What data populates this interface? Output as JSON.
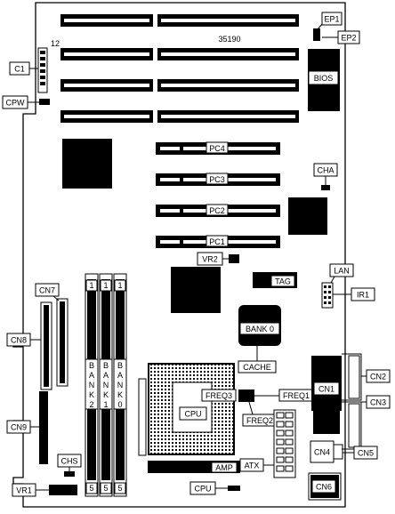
{
  "board_number": "35190",
  "header_number": "12",
  "slot_labels": {
    "pc4": "PC4",
    "pc3": "PC3",
    "pc2": "PC2",
    "pc1": "PC1"
  },
  "chip_labels": {
    "bios": "BIOS",
    "tag": "TAG",
    "bank0_cache": "BANK 0",
    "cpu_socket": "CPU",
    "amp": "AMP"
  },
  "bank_labels": {
    "bank2": [
      "B",
      "A",
      "N",
      "K",
      "2"
    ],
    "bank1": [
      "B",
      "A",
      "N",
      "K",
      "1"
    ],
    "bank0": [
      "B",
      "A",
      "N",
      "K",
      "0"
    ]
  },
  "simm_end_marks": {
    "top": "1",
    "bottom": "5"
  },
  "callouts": {
    "ep1": "EP1",
    "ep2": "EP2",
    "c1": "C1",
    "cpw": "CPW",
    "cha": "CHA",
    "vr2": "VR2",
    "lan": "LAN",
    "ir1": "IR1",
    "cn7": "CN7",
    "cn8": "CN8",
    "cn9": "CN9",
    "chs": "CHS",
    "vr1": "VR1",
    "cache": "CACHE",
    "freq3": "FREQ3",
    "freq1": "FREQ1",
    "freq2": "FREQ2",
    "cn1": "CN1",
    "cn2": "CN2",
    "cn3": "CN3",
    "cn4": "CN4",
    "cn5": "CN5",
    "cn6": "CN6",
    "atx": "ATX",
    "cpu_jumper": "CPU"
  }
}
